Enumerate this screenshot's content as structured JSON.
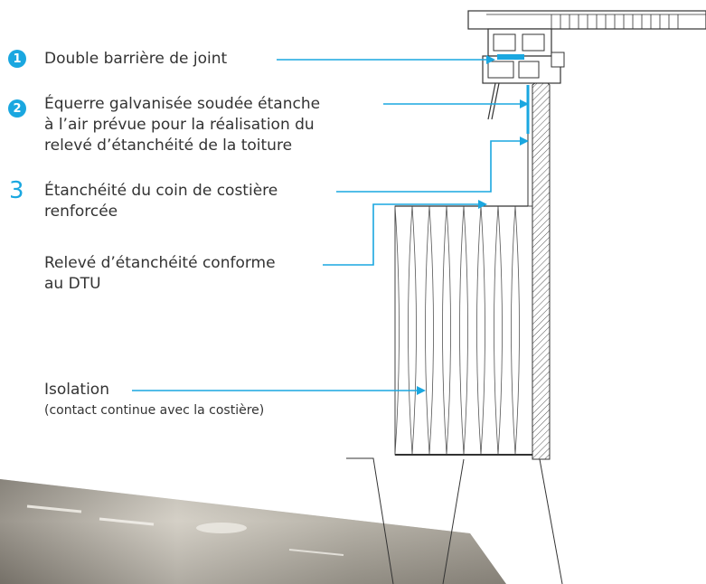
{
  "accent_color": "#1aa7e0",
  "callouts": [
    {
      "number": "1",
      "lines": [
        "Double barrière de joint"
      ]
    },
    {
      "number": "2",
      "lines": [
        "Équerre galvanisée soudée étanche",
        "à l’air prévue pour la réalisation du",
        "relevé d’étanchéité de la toiture"
      ]
    },
    {
      "number": "3",
      "lines": [
        "Étanchéité du coin de costière",
        "renforcée"
      ]
    }
  ],
  "labels": {
    "releve": [
      "Relevé d’étanchéité conforme",
      "au DTU"
    ],
    "isolation": "Isolation",
    "isolation_note": "(contact continue avec la costière)"
  }
}
